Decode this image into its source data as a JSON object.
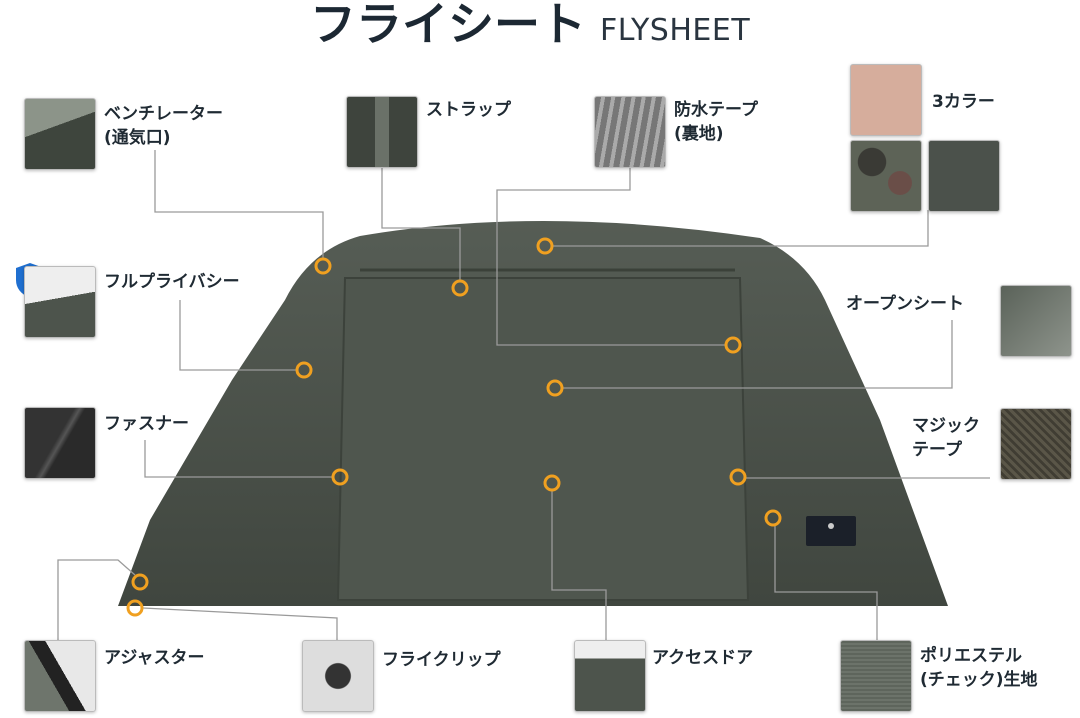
{
  "title": {
    "jp": "フライシート",
    "en": "FLYSHEET"
  },
  "callouts": {
    "ventilator": "ベンチレーター\n(通気口)",
    "strap": "ストラップ",
    "waterproof_tape": "防水テープ\n(裏地)",
    "colors": "3カラー",
    "privacy": "フルプライバシー",
    "open_sheet": "オープンシート",
    "fastener": "ファスナー",
    "magic_tape": "マジック\nテープ",
    "adjuster": "アジャスター",
    "fly_clip": "フライクリップ",
    "access_door": "アクセスドア",
    "polyester": "ポリエステル\n(チェック)生地"
  },
  "color_swatches": [
    "#d6ad9c",
    "camo",
    "#4b514b"
  ],
  "colors": {
    "tent": "#4a5049",
    "marker": "#f0a020",
    "line": "#9a9a9a",
    "title": "#1c2833"
  }
}
